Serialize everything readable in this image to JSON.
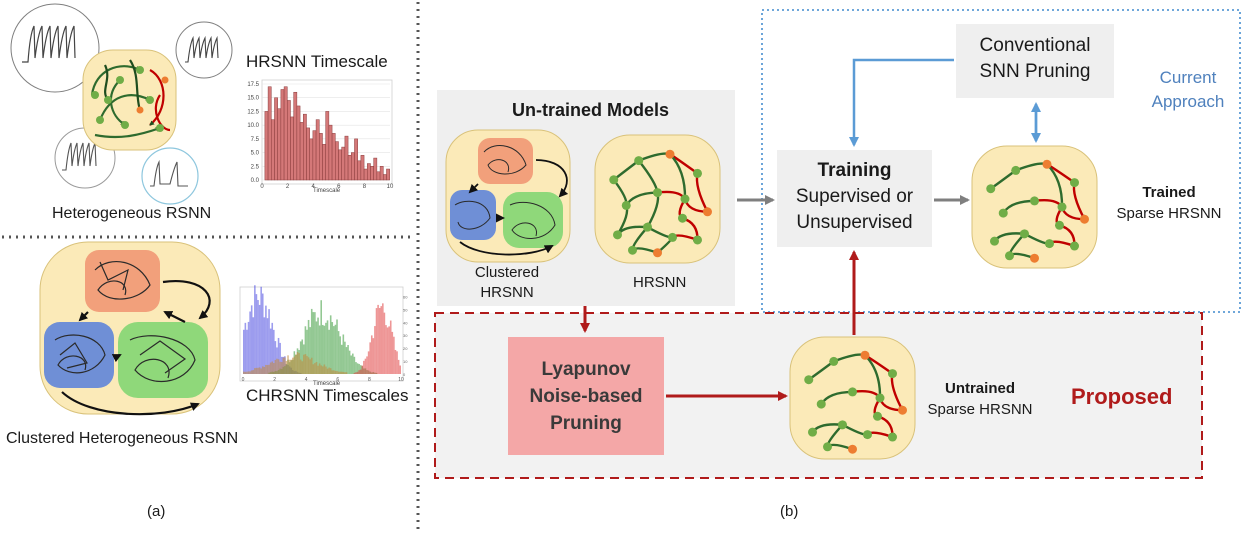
{
  "panel_a": {
    "hrsnn_timescale_title": "HRSNN Timescale",
    "hetero_label": "Heterogeneous RSNN",
    "chrsnn_timescales_title": "CHRSNN Timescales",
    "clustered_label": "Clustered Heterogeneous RSNN",
    "caption": "(a)"
  },
  "panel_b": {
    "untrained_models_title": "Un-trained Models",
    "clustered_hrsnn_line1": "Clustered",
    "clustered_hrsnn_line2": "HRSNN",
    "hrsnn_label": "HRSNN",
    "conventional_line1": "Conventional",
    "conventional_line2": "SNN Pruning",
    "current_line1": "Current",
    "current_line2": "Approach",
    "training_title": "Training",
    "training_line2": "Supervised or",
    "training_line3": "Unsupervised",
    "trained_bold": "Trained",
    "trained_sub": "Sparse HRSNN",
    "lyapunov_line1": "Lyapunov",
    "lyapunov_line2": "Noise-based",
    "lyapunov_line3": "Pruning",
    "untrained_bold": "Untrained",
    "untrained_sub": "Sparse HRSNN",
    "proposed": "Proposed",
    "caption": "(b)"
  },
  "colors": {
    "red_dashed": "#b01b1b",
    "blue_dotted": "#5b9bd5",
    "current_text": "#4f81bd",
    "lyapunov_fill": "#f4a7a7",
    "gray_box": "#efefef",
    "cream": "#fbeab8",
    "node_green": "#70ad47",
    "node_orange": "#ed7d31"
  },
  "chart_data": [
    {
      "type": "bar",
      "title": "HRSNN Timescale",
      "xlabel": "Timescale",
      "ylabel": "",
      "x": [
        0.35,
        0.6,
        0.85,
        1.1,
        1.35,
        1.6,
        1.85,
        2.1,
        2.35,
        2.6,
        2.85,
        3.1,
        3.35,
        3.6,
        3.85,
        4.1,
        4.35,
        4.6,
        4.85,
        5.1,
        5.35,
        5.6,
        5.85,
        6.1,
        6.35,
        6.6,
        6.85,
        7.1,
        7.35,
        7.6,
        7.85,
        8.1,
        8.35,
        8.6,
        8.85,
        9.1,
        9.35,
        9.6,
        9.85
      ],
      "values": [
        12.5,
        17.0,
        11.0,
        15.0,
        13.0,
        16.5,
        17.0,
        14.5,
        11.5,
        16.0,
        13.5,
        10.5,
        12.0,
        9.5,
        7.5,
        9.0,
        11.0,
        8.5,
        6.5,
        12.5,
        10.0,
        8.5,
        7.0,
        5.5,
        6.0,
        8.0,
        4.5,
        5.0,
        7.5,
        3.5,
        4.5,
        2.0,
        3.0,
        2.5,
        4.0,
        1.5,
        2.5,
        1.0,
        2.0
      ],
      "xlim": [
        0,
        10
      ],
      "ylim": [
        0,
        17.5
      ],
      "xticks": [
        "0",
        "2",
        "4",
        "6",
        "8",
        "10"
      ],
      "yticks": [
        "0.0",
        "2.5",
        "5.0",
        "7.5",
        "10.0",
        "12.5",
        "15.0",
        "17.5"
      ]
    },
    {
      "type": "bar",
      "title": "CHRSNN Timescales",
      "xlabel": "Timescale",
      "ylabel": "",
      "xlim": [
        0,
        10
      ],
      "xticks": [
        "0",
        "2",
        "4",
        "6",
        "8",
        "10"
      ],
      "yticks": [
        "0",
        "10",
        "20",
        "30",
        "40",
        "50",
        "60"
      ],
      "series": [
        {
          "color": "#4a4ae0",
          "center": 1.0,
          "spread": 0.9,
          "peak": 60
        },
        {
          "color": "#3a9a3a",
          "center": 5.0,
          "spread": 1.2,
          "peak": 48
        },
        {
          "color": "#e04040",
          "center": 8.8,
          "spread": 0.6,
          "peak": 52
        },
        {
          "color": "#c4883a",
          "center": 3.2,
          "spread": 1.5,
          "peak": 14
        }
      ]
    }
  ]
}
